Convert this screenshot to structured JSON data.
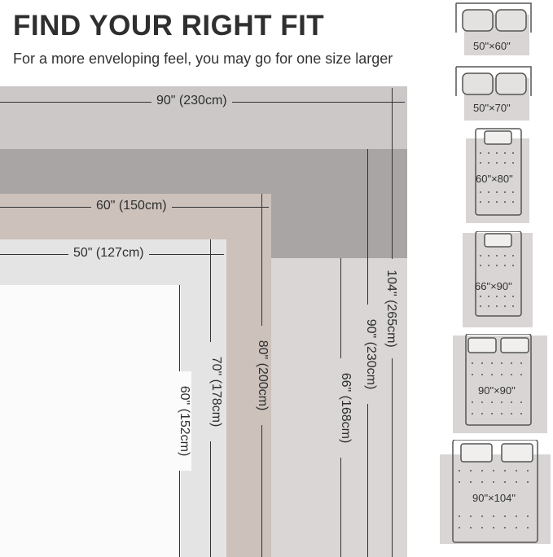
{
  "header": {
    "title": "FIND YOUR RIGHT FIT",
    "subtitle": "For a more enveloping feel, you may go for one size larger"
  },
  "colors": {
    "blanket_90x104": "#cbc8c7",
    "band_dark": "#a9a5a4",
    "blanket_60x80": "#ccc1bb",
    "blanket_50x70": "#e5e4e4",
    "blanket_66x90": "#d9d6d5",
    "line": "#333333"
  },
  "dimensions": {
    "width_90": "90\" (230cm)",
    "width_60": "60\" (150cm)",
    "width_50": "50\" (127cm)",
    "height_104": "104\" (265cm)",
    "height_90": "90\" (230cm)",
    "height_80": "80\" (200cm)",
    "height_66": "66\" (168cm)",
    "height_70": "70\" (178cm)",
    "height_60": "60\" (152cm)"
  },
  "size_guide": [
    {
      "label": "50\"×60\"",
      "icon": "sofa-icon"
    },
    {
      "label": "50\"×70\"",
      "icon": "sofa-icon"
    },
    {
      "label": "60\"×80\"",
      "icon": "single-bed-icon"
    },
    {
      "label": "66\"×90\"",
      "icon": "single-bed-icon"
    },
    {
      "label": "90\"×90\"",
      "icon": "double-bed-icon"
    },
    {
      "label": "90\"×104\"",
      "icon": "double-bed-icon"
    }
  ]
}
